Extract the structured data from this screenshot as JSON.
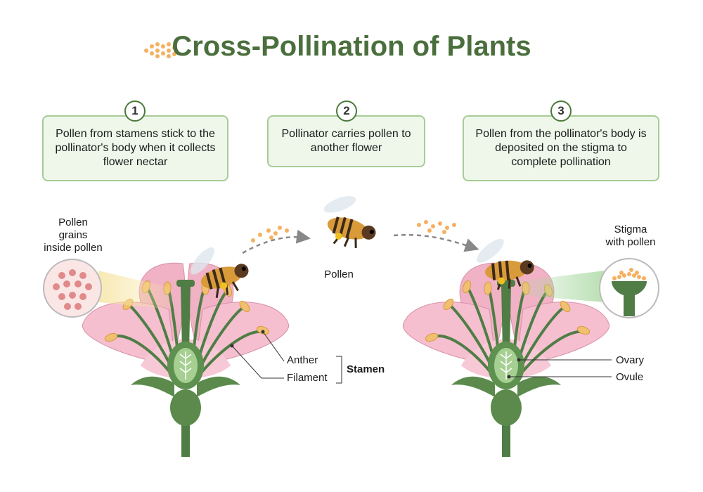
{
  "title": "Cross-Pollination of Plants",
  "steps": [
    {
      "number": "1",
      "text": "Pollen from stamens stick to the pollinator's body when it collects flower nectar"
    },
    {
      "number": "2",
      "text": "Pollinator carries pollen to another flower"
    },
    {
      "number": "3",
      "text": "Pollen from the pollinator's body is deposited on the stigma to complete pollination"
    }
  ],
  "labels": {
    "pollen_grains_line1": "Pollen",
    "pollen_grains_line2": "grains",
    "pollen_grains_line3": "inside pollen",
    "pollen": "Pollen",
    "stigma_line1": "Stigma",
    "stigma_line2": "with pollen",
    "anther": "Anther",
    "filament": "Filament",
    "stamen": "Stamen",
    "ovary": "Ovary",
    "ovule": "Ovule"
  },
  "colors": {
    "title": "#4a6f3d",
    "box_fill": "#eef7ea",
    "box_border": "#a7cc97",
    "petal": "#f3b8c8",
    "stem": "#4f7d45",
    "anther": "#f0c070",
    "pollen": "#f5b060"
  }
}
